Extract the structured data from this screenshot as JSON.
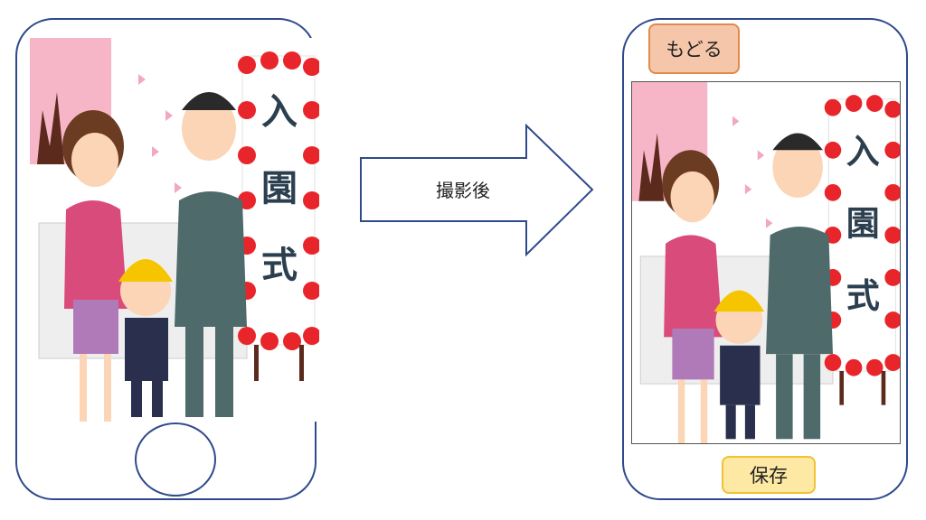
{
  "arrow": {
    "label": "撮影後"
  },
  "buttons": {
    "back_label": "もどる",
    "save_label": "保存"
  },
  "scene": {
    "sign_text": [
      "入",
      "園",
      "式"
    ]
  },
  "colors": {
    "phone_border": "#2f4a8c",
    "back_button_fill": "#f6c6aa",
    "save_button_fill": "#fde9a3",
    "sign_flowers": "#e8252a",
    "cherry_blossom": "#f4a8c0"
  }
}
